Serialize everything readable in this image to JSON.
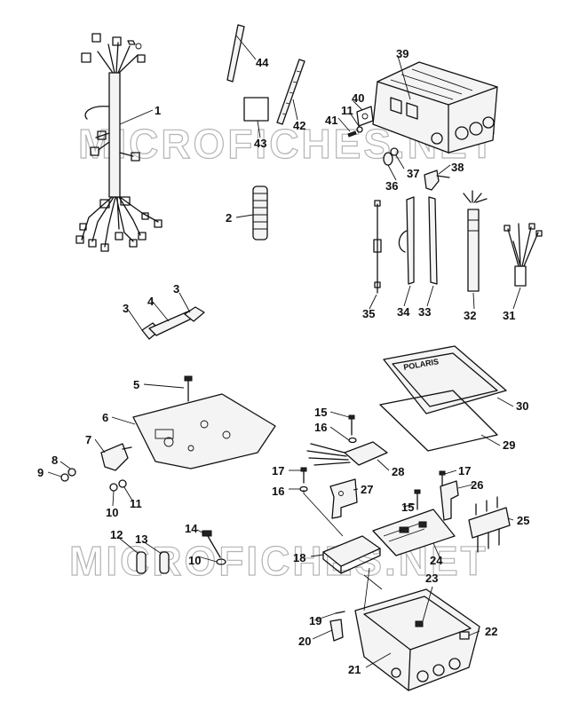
{
  "watermark": {
    "top": "MICROFICHES.NET",
    "bottom": "MICROFICHES.NET"
  },
  "brand_label": "POLARIS",
  "callouts": [
    {
      "id": "c1",
      "text": "1"
    },
    {
      "id": "c2",
      "text": "2"
    },
    {
      "id": "c3a",
      "text": "3"
    },
    {
      "id": "c3b",
      "text": "3"
    },
    {
      "id": "c4",
      "text": "4"
    },
    {
      "id": "c5",
      "text": "5"
    },
    {
      "id": "c6",
      "text": "6"
    },
    {
      "id": "c7",
      "text": "7"
    },
    {
      "id": "c8",
      "text": "8"
    },
    {
      "id": "c9",
      "text": "9"
    },
    {
      "id": "c10a",
      "text": "10"
    },
    {
      "id": "c10b",
      "text": "10"
    },
    {
      "id": "c11a",
      "text": "11"
    },
    {
      "id": "c11b",
      "text": "11"
    },
    {
      "id": "c12",
      "text": "12"
    },
    {
      "id": "c13",
      "text": "13"
    },
    {
      "id": "c14",
      "text": "14"
    },
    {
      "id": "c15a",
      "text": "15"
    },
    {
      "id": "c15b",
      "text": "15"
    },
    {
      "id": "c16a",
      "text": "16"
    },
    {
      "id": "c16b",
      "text": "16"
    },
    {
      "id": "c17a",
      "text": "17"
    },
    {
      "id": "c17b",
      "text": "17"
    },
    {
      "id": "c18",
      "text": "18"
    },
    {
      "id": "c19",
      "text": "19"
    },
    {
      "id": "c20",
      "text": "20"
    },
    {
      "id": "c21",
      "text": "21"
    },
    {
      "id": "c22",
      "text": "22"
    },
    {
      "id": "c23",
      "text": "23"
    },
    {
      "id": "c24",
      "text": "24"
    },
    {
      "id": "c25",
      "text": "25"
    },
    {
      "id": "c26",
      "text": "26"
    },
    {
      "id": "c27",
      "text": "27"
    },
    {
      "id": "c28",
      "text": "28"
    },
    {
      "id": "c29",
      "text": "29"
    },
    {
      "id": "c30",
      "text": "30"
    },
    {
      "id": "c31",
      "text": "31"
    },
    {
      "id": "c32",
      "text": "32"
    },
    {
      "id": "c33",
      "text": "33"
    },
    {
      "id": "c34",
      "text": "34"
    },
    {
      "id": "c35",
      "text": "35"
    },
    {
      "id": "c36",
      "text": "36"
    },
    {
      "id": "c37",
      "text": "37"
    },
    {
      "id": "c38",
      "text": "38"
    },
    {
      "id": "c39",
      "text": "39"
    },
    {
      "id": "c40",
      "text": "40"
    },
    {
      "id": "c41",
      "text": "41"
    },
    {
      "id": "c42",
      "text": "42"
    },
    {
      "id": "c43",
      "text": "43"
    },
    {
      "id": "c44",
      "text": "44"
    }
  ]
}
